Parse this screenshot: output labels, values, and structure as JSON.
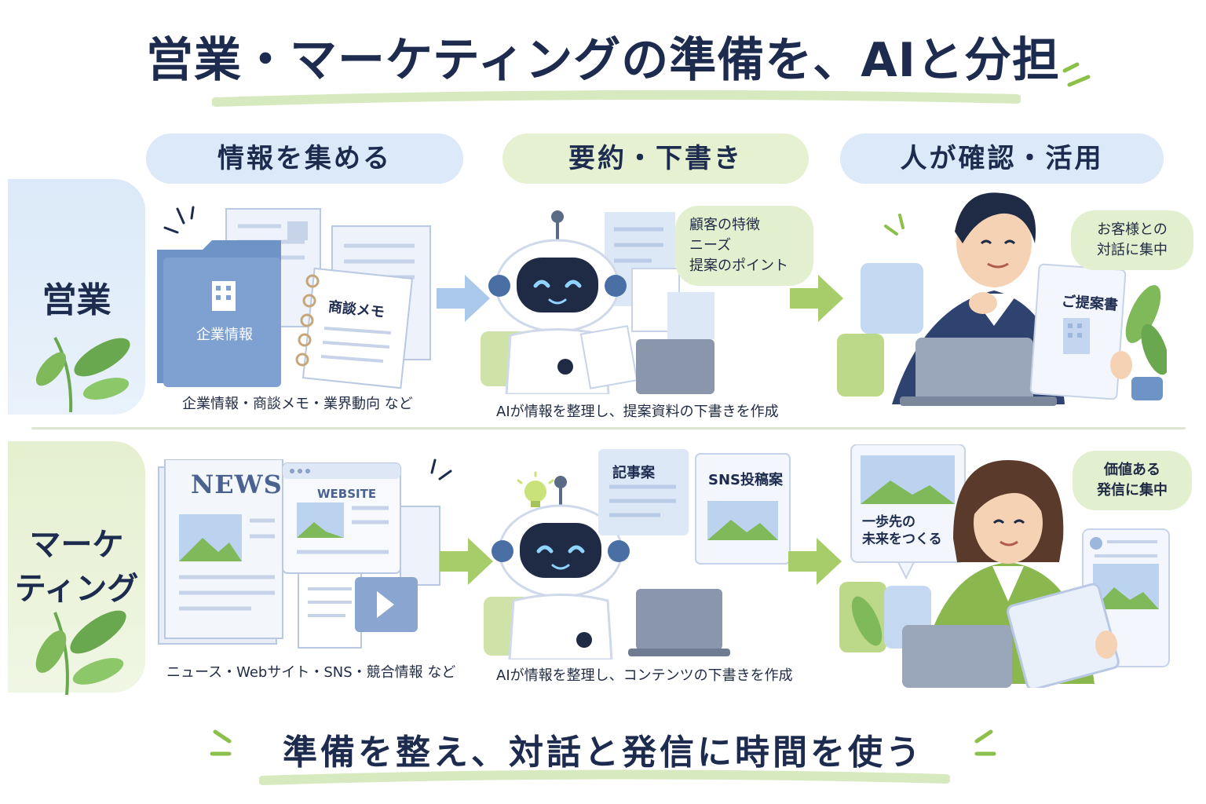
{
  "title": "営業・マーケティングの準備を、AIと分担",
  "columns": [
    {
      "label": "情報を集める"
    },
    {
      "label": "要約・下書き"
    },
    {
      "label": "人が確認・活用"
    }
  ],
  "rows": {
    "sales": {
      "label": "営業",
      "folder_label": "企業情報",
      "memo_label": "商談メモ",
      "collect_caption": "企業情報・商談メモ・業界動向 など",
      "ai_bubble": [
        "顧客の特徴",
        "ニーズ",
        "提案のポイント"
      ],
      "ai_caption": "AIが情報を整理し、提案資料の下書きを作成",
      "human_bubble": [
        "お客様との",
        "対話に集中"
      ],
      "proposal_label": "ご提案書"
    },
    "marketing": {
      "label": [
        "マーケ",
        "ティング"
      ],
      "news_label": "NEWS",
      "website_label": "WEBSITE",
      "collect_caption": "ニュース・Webサイト・SNS・競合情報 など",
      "article_label": "記事案",
      "sns_label": "SNS投稿案",
      "ai_caption": "AIが情報を整理し、コンテンツの下書きを作成",
      "future_bubble": [
        "一歩先の",
        "未来をつくる"
      ],
      "human_bubble": [
        "価値ある",
        "発信に集中"
      ]
    }
  },
  "footer": "準備を整え、対話と発信に時間を使う",
  "colors": {
    "navy": "#1d2b4f",
    "blue_soft": "#dbe9f8",
    "green_soft": "#e6f1d2",
    "accent_green": "#8cc04b",
    "folder_blue": "#6e93c6"
  }
}
